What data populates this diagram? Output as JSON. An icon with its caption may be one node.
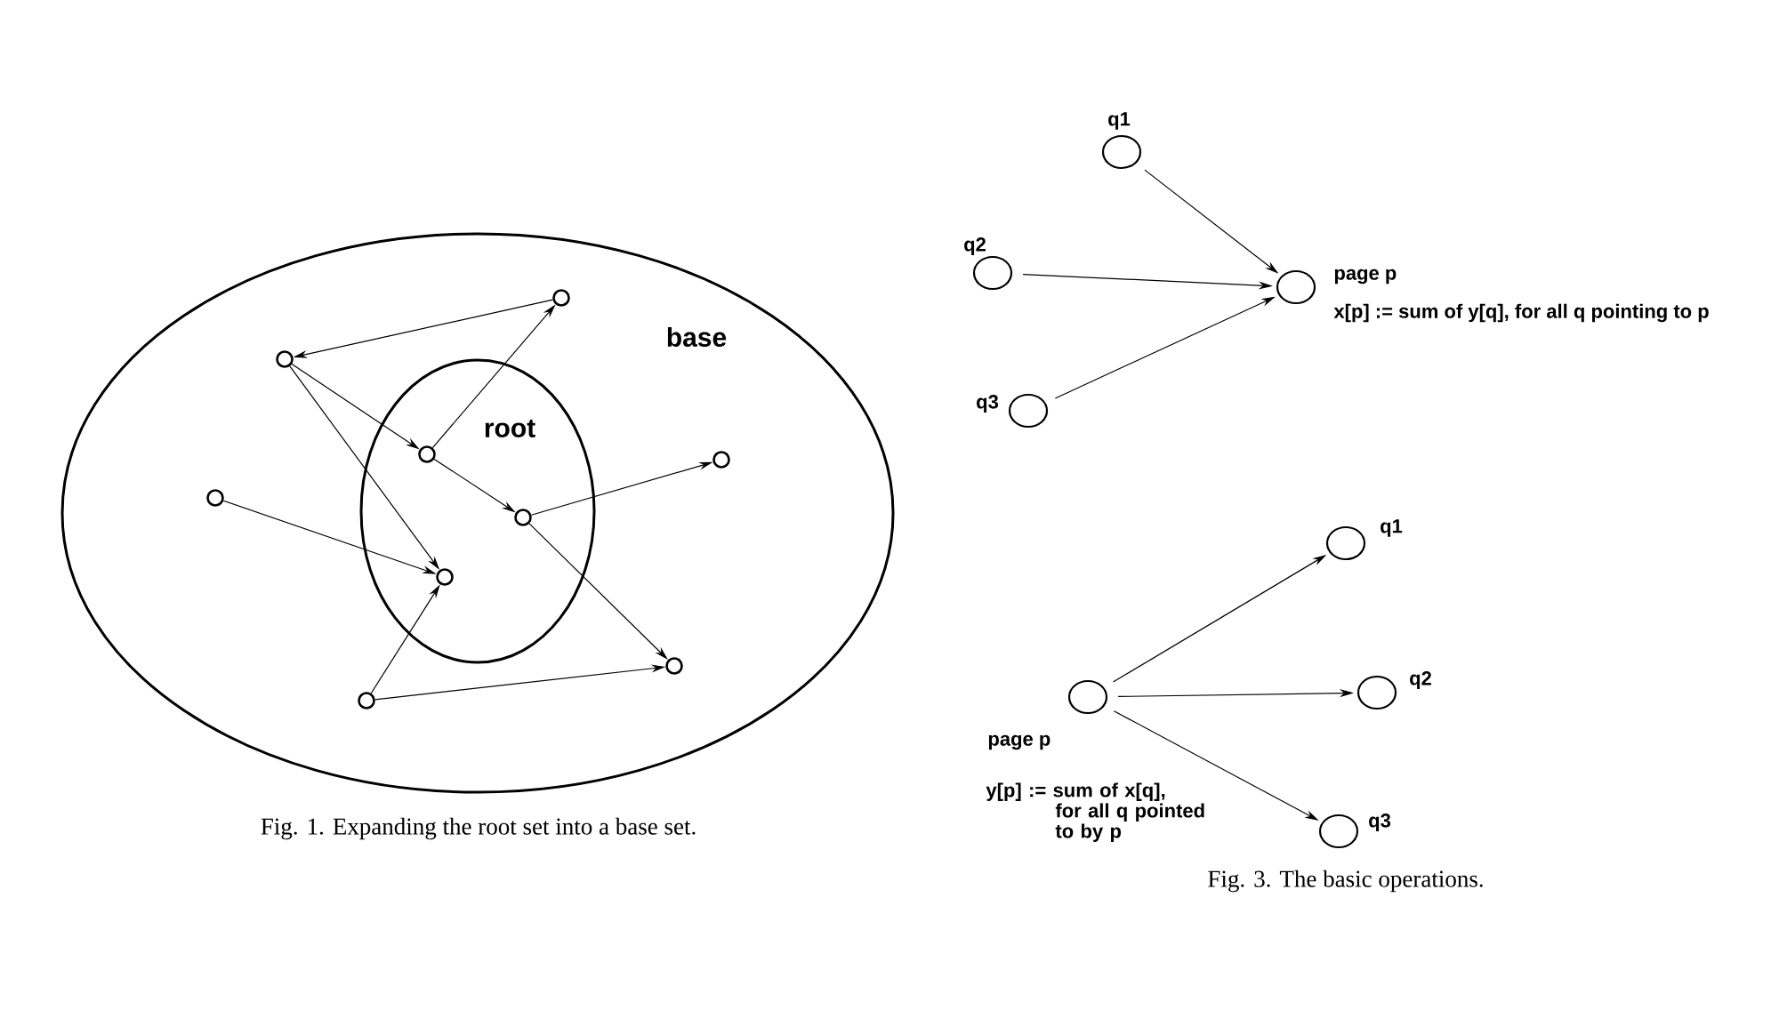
{
  "diagram": {
    "nodes": [
      {
        "text": [
          "base"
        ]
      },
      {
        "text": [
          "root"
        ],
        "in": 0
      },
      {
        "text": [],
        "shape": "circle",
        "in": 0
      },
      {
        "text": [],
        "shape": "circle",
        "in": 0
      },
      {
        "text": [],
        "shape": "circle",
        "in": 1
      },
      {
        "text": [],
        "shape": "circle",
        "in": 0
      },
      {
        "text": [],
        "shape": "circle",
        "in": 1
      },
      {
        "text": [],
        "shape": "circle",
        "in": 0
      },
      {
        "text": [],
        "shape": "circle",
        "in": 1
      },
      {
        "text": [],
        "shape": "circle",
        "in": 0
      },
      {
        "text": [],
        "shape": "circle",
        "in": 0
      },
      {
        "text": [
          "q1"
        ]
      },
      {
        "text": [
          "q2"
        ]
      },
      {
        "text": [
          "q3"
        ]
      },
      {
        "text": [
          "page p"
        ],
        "beside": [
          "x[p] := sum of y[q], for all q pointing to p"
        ]
      },
      {
        "text": [
          "page p"
        ],
        "beside": [
          "y[p] := sum of x[q], for all q pointed to by p"
        ]
      },
      {
        "text": [
          "q1"
        ]
      },
      {
        "text": [
          "q2"
        ]
      },
      {
        "text": [
          "q3"
        ]
      }
    ],
    "edges": [
      {
        "from": 2,
        "to": 3,
        "arrow": "to"
      },
      {
        "from": 3,
        "to": 4,
        "arrow": "to"
      },
      {
        "from": 3,
        "to": 8,
        "arrow": "to"
      },
      {
        "from": 4,
        "to": 2,
        "arrow": "to"
      },
      {
        "from": 4,
        "to": 6,
        "arrow": "to"
      },
      {
        "from": 6,
        "to": 7,
        "arrow": "to"
      },
      {
        "from": 6,
        "to": 9,
        "arrow": "to"
      },
      {
        "from": 5,
        "to": 8,
        "arrow": "to"
      },
      {
        "from": 10,
        "to": 8,
        "arrow": "to"
      },
      {
        "from": 10,
        "to": 9,
        "arrow": "to"
      },
      {
        "from": 11,
        "to": 14,
        "arrow": "to"
      },
      {
        "from": 12,
        "to": 14,
        "arrow": "to"
      },
      {
        "from": 13,
        "to": 14,
        "arrow": "to"
      },
      {
        "from": 15,
        "to": 16,
        "arrow": "to"
      },
      {
        "from": 15,
        "to": 17,
        "arrow": "to"
      },
      {
        "from": 15,
        "to": 18,
        "arrow": "to"
      }
    ],
    "labels": [
      "Fig. 1. Expanding the root set into a base set.",
      "Fig. 3. The basic operations."
    ]
  }
}
